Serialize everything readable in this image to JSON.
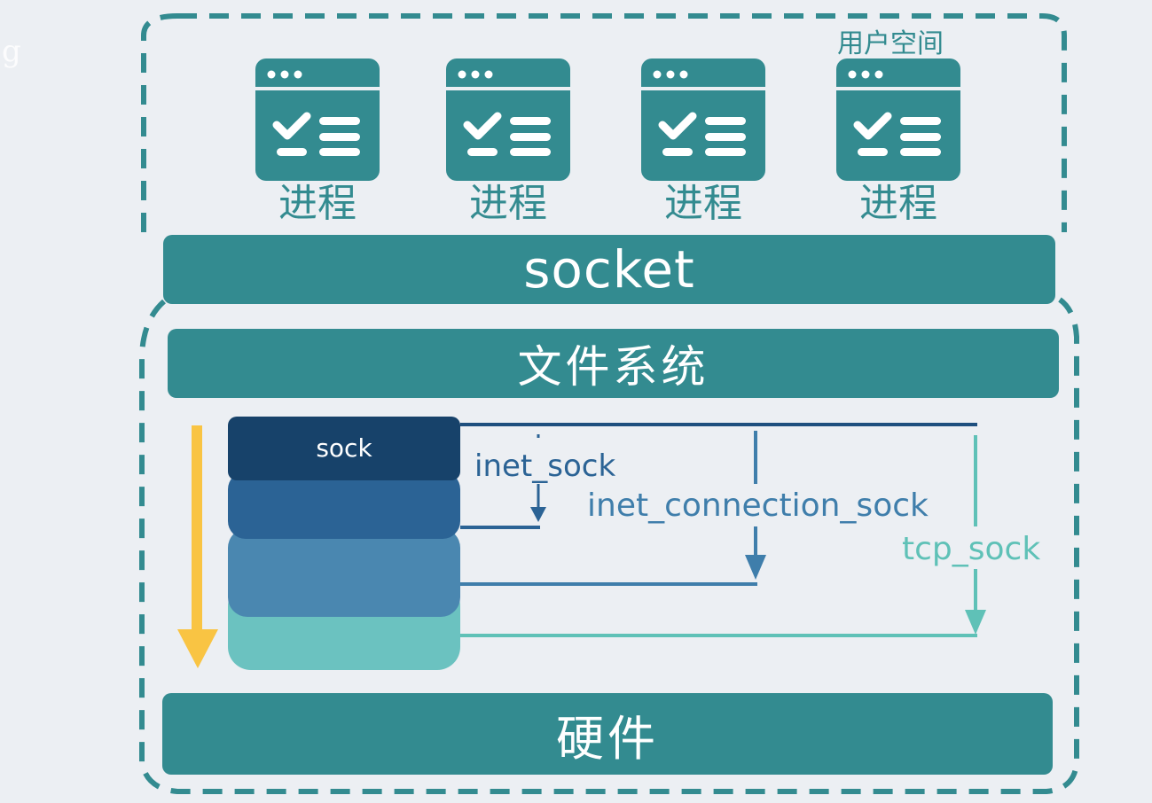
{
  "user_space": {
    "label": "用户空间",
    "process_label": "进程",
    "process_count": 4
  },
  "socket_bar": {
    "label": "socket"
  },
  "filesystem_bar": {
    "label": "文件系统"
  },
  "hardware_bar": {
    "label": "硬件"
  },
  "sock_stack": {
    "layers": [
      {
        "label": "sock",
        "color": "#17426a"
      },
      {
        "label": "",
        "color": "#2b6395"
      },
      {
        "label": "",
        "color": "#4a87b0"
      },
      {
        "label": "",
        "color": "#6bc2c0"
      }
    ],
    "structs": [
      {
        "label": "inet_sock",
        "color": "#2b6395"
      },
      {
        "label": "inet_connection_sock",
        "color": "#3f7eab"
      },
      {
        "label": "tcp_sock",
        "color": "#5fc1b7"
      }
    ]
  },
  "watermark": {
    "text": "g"
  },
  "colors": {
    "teal": "#338b90",
    "dash": "#338b90",
    "arrow_yellow": "#f9c443",
    "background": "#eceff3"
  }
}
